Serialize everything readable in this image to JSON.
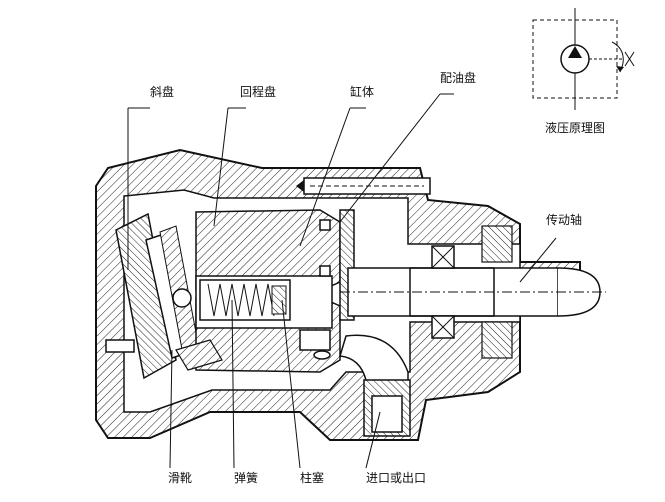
{
  "labels": {
    "swash_plate": "斜盘",
    "return_plate": "回程盘",
    "cylinder": "缸体",
    "valve_plate": "配油盘",
    "drive_shaft": "传动轴",
    "slipper": "滑靴",
    "spring": "弹簧",
    "piston": "柱塞",
    "port": "进口或出口"
  },
  "symbol": {
    "title": "液压原理图"
  }
}
